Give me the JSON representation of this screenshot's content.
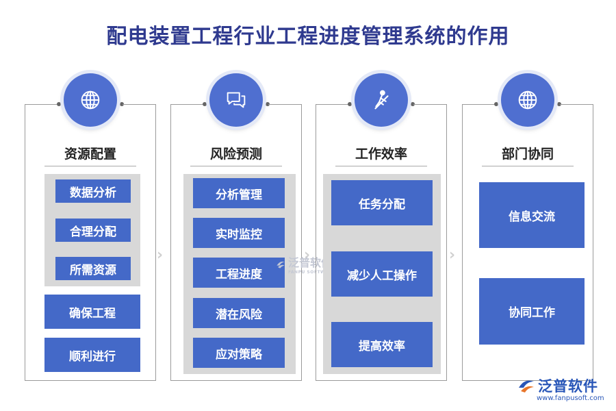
{
  "title": "配电装置工程行业工程进度管理系统的作用",
  "columns": [
    {
      "title": "资源配置",
      "icon": "globe-icon",
      "grouped_items": [
        "数据分析",
        "合理分配",
        "所需资源"
      ],
      "items": [
        "确保工程",
        "顺利进行"
      ]
    },
    {
      "title": "风险预测",
      "icon": "chat-bubbles-icon",
      "grouped_items": [
        "分析管理",
        "实时监控",
        "工程进度",
        "潜在风险",
        "应对策略"
      ],
      "items": []
    },
    {
      "title": "工作效率",
      "icon": "rowing-person-icon",
      "grouped_items": [
        "任务分配",
        "减少人工操作",
        "提高效率"
      ],
      "items": []
    },
    {
      "title": "部门协同",
      "icon": "globe-icon",
      "grouped_items": [],
      "items": [
        "信息交流",
        "协同工作"
      ]
    }
  ],
  "watermark": {
    "name": "泛普软件",
    "sub": "FANPU SOFTWARE"
  },
  "logo": {
    "name": "泛普软件",
    "url": "www.fanpusoft.com"
  },
  "colors": {
    "title": "#2f3a8f",
    "accent": "#4469c8",
    "circle": "#4f6fd0",
    "group_bg": "#d8d8d8"
  }
}
